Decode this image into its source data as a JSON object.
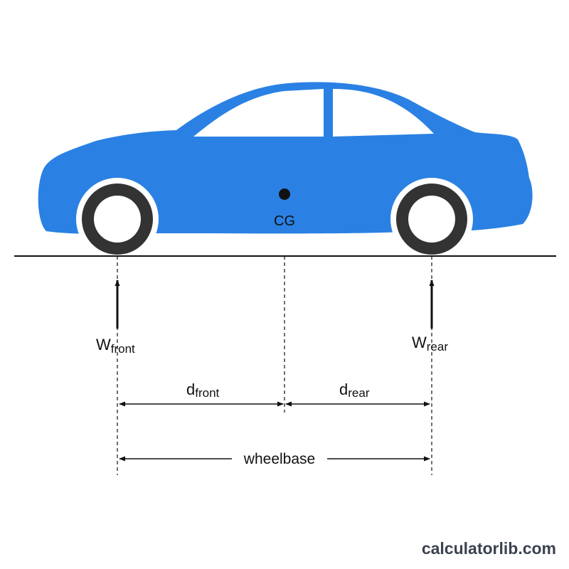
{
  "colors": {
    "car_body": "#2A81E3",
    "tire": "#333333",
    "ink": "#111111",
    "background": "#FFFFFF"
  },
  "labels": {
    "cg": "CG",
    "w_front_main": "W",
    "w_front_sub": "front",
    "w_rear_main": "W",
    "w_rear_sub": "rear",
    "d_front_main": "d",
    "d_front_sub": "front",
    "d_rear_main": "d",
    "d_rear_sub": "rear",
    "wheelbase": "wheelbase"
  },
  "footer": {
    "brand": "calculatorlib.com"
  }
}
